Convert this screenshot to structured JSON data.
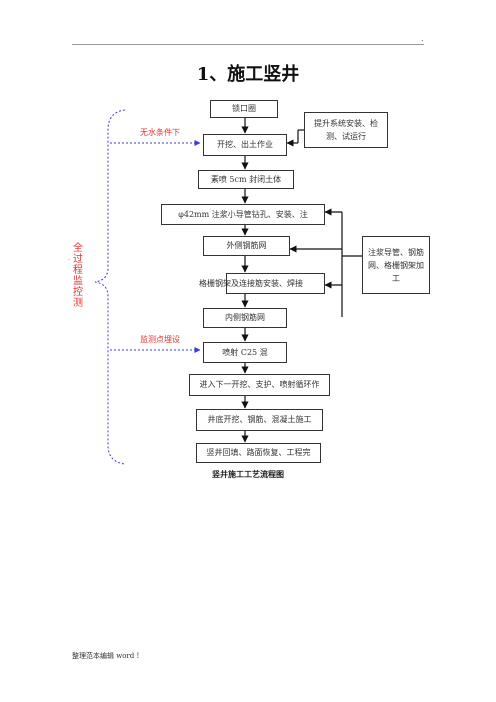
{
  "header": {
    "corner_mark": "."
  },
  "title": "1、施工竖井",
  "flow": {
    "step1": "锁口圈",
    "step2": "开挖、出土作业",
    "step3": "素喷 5cm 封闭土体",
    "step4": "φ42mm 注浆小导管钻孔、安装、注",
    "step5": "外侧钢筋网",
    "step6": "格栅钢架及连接筋安装、焊接",
    "step7": "内侧钢筋网",
    "step8": "喷射 C25 混",
    "step9": "进入下一开挖、支护、喷射循环作",
    "step10": "井底开挖、钢筋、混凝土施工",
    "step11": "竖井回填、路面恢复、工程完"
  },
  "side": {
    "hoist": "提升系统安装、检测、试运行",
    "grout": "注浆导管、钢筋网、格栅钢架加工"
  },
  "labels": {
    "no_water": "无水条件下",
    "monitor_point": "监测点埋设",
    "full_monitor": "全过程监控测",
    "left_dot": "."
  },
  "caption": "竖井施工工艺流程图",
  "footer": "整理范本编辑 word !",
  "colors": {
    "accent_red": "#e8312f",
    "dotted_blue": "#3b3bd6",
    "line": "#111111"
  }
}
